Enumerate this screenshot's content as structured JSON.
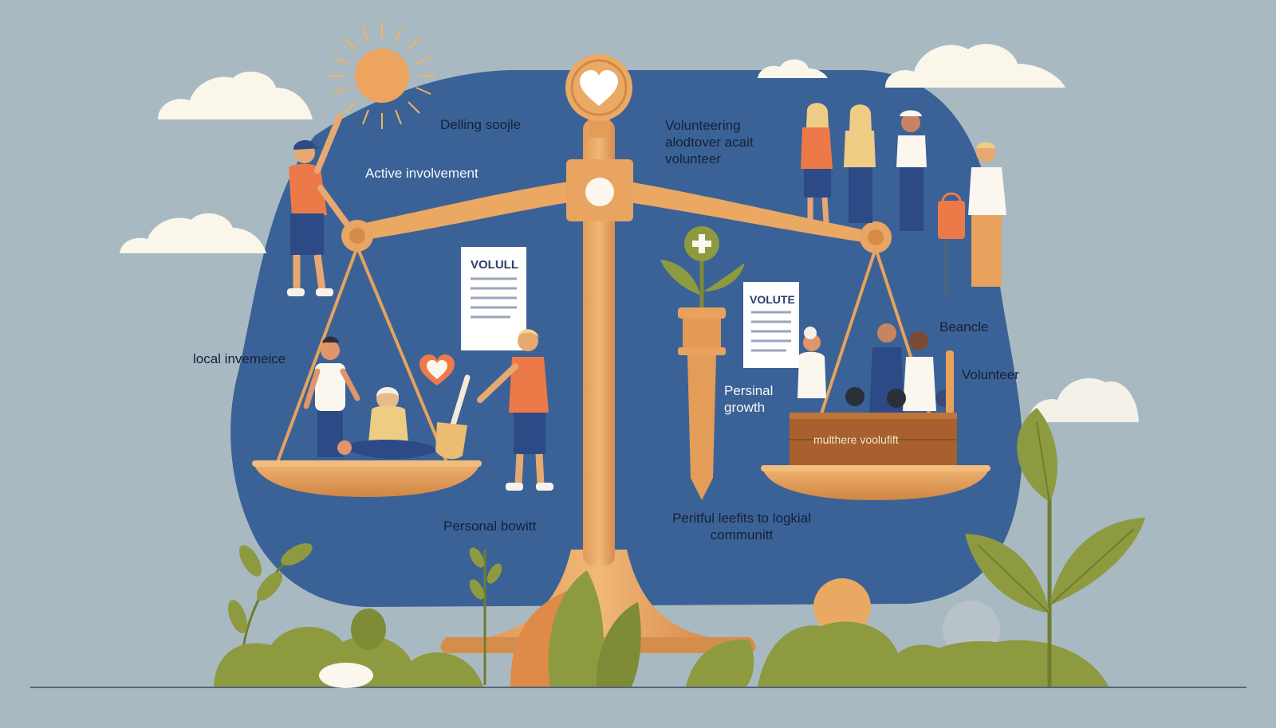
{
  "labels": {
    "delling": "Delling soojle",
    "active": "Active involvement",
    "volunteering": [
      "Volunteering",
      "alodtover acait",
      "volunteer"
    ],
    "local": "local invemeice",
    "personal_growth": [
      "Persinal",
      "growth"
    ],
    "beancle": "Beancle",
    "volunteer": "Volunteer",
    "personal_bowitt": "Personal bowitt",
    "benefits": [
      "Peritful leefits to logkial",
      "communitt"
    ],
    "doc_left": "VOLULL",
    "doc_right": "VOLUTE",
    "crate": "multhere voolufift"
  },
  "icons": [
    "sun-icon",
    "heart-icon",
    "plus-icon",
    "cloud-icon",
    "leaf-icon"
  ],
  "colors": {
    "background": "#a9b9c2",
    "blob": "#3b6296",
    "scale": "#e9a868",
    "shirt": "#ec7a48",
    "pants": "#2c4a86",
    "leaf": "#8d9a40"
  }
}
